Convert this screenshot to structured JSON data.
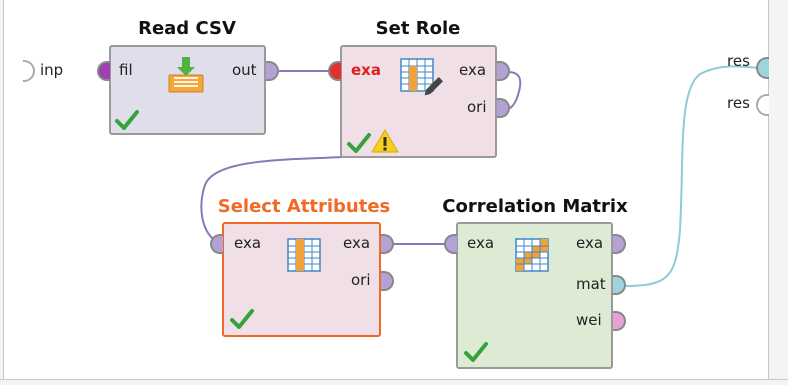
{
  "canvas": {
    "process_input_port": "inp",
    "result_ports": [
      "res",
      "res"
    ]
  },
  "operators": [
    {
      "id": "read_csv",
      "title": "Read CSV",
      "color": "#e1deec",
      "inputs": [
        "fil"
      ],
      "outputs": [
        "out"
      ],
      "status": [
        "ok"
      ]
    },
    {
      "id": "set_role",
      "title": "Set Role",
      "color": "#f1dfe8",
      "inputs": [
        "exa"
      ],
      "outputs": [
        "exa",
        "ori"
      ],
      "status": [
        "ok",
        "warning"
      ]
    },
    {
      "id": "select_attributes",
      "title": "Select Attributes",
      "color": "#f1dfe8",
      "selected": true,
      "inputs": [
        "exa"
      ],
      "outputs": [
        "exa",
        "ori"
      ],
      "status": [
        "ok"
      ]
    },
    {
      "id": "correlation_matrix",
      "title": "Correlation Matrix",
      "color": "#ddebd4",
      "inputs": [
        "exa"
      ],
      "outputs": [
        "exa",
        "mat",
        "wei"
      ],
      "status": [
        "ok"
      ]
    }
  ],
  "colors": {
    "example_port": "#b4a2d6",
    "file_port": "#9f3fb0",
    "matrix_port": "#9fd4dc",
    "weights_port": "#e6a2d2",
    "selected_border": "#f06a26",
    "check": "#33a33a",
    "warning": "#f7cf1c",
    "error_port": "#e03030"
  }
}
